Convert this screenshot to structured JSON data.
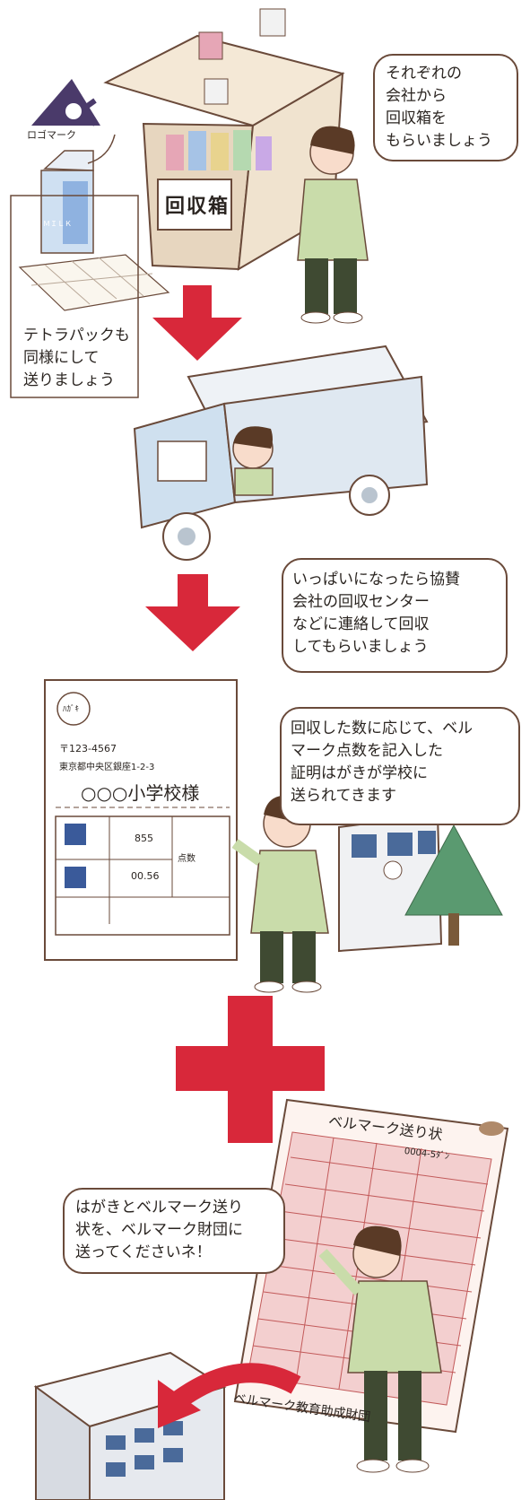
{
  "logo": {
    "caption": "ロゴマーク"
  },
  "carton": {
    "label": "ＭＩＬＫ"
  },
  "step1": {
    "box_label": "回収箱",
    "bubble": "それぞれの\n会社から\n回収箱を\nもらいましょう"
  },
  "tetra_note": {
    "text": "テトラパックも\n同様にして\n送りましょう"
  },
  "step2": {
    "bubble": "いっぱいになったら協賛\n会社の回収センター\nなどに連絡して回収\nしてもらいましょう"
  },
  "step3": {
    "bubble": "回収した数に応じて、ベル\nマーク点数を記入した\n証明はがきが学校に\n送られてきます",
    "postcard": {
      "stamp": "ﾊｶﾞｷ",
      "zip": "〒123-4567",
      "address": "東京都中央区銀座1-2-3",
      "addressee": "○○○小学校様",
      "value1": "855",
      "value2": "00.56",
      "side_label": "点数"
    }
  },
  "step4": {
    "bubble": "はがきとベルマーク送り\n状を、ベルマーク財団に\n送ってくださいネ！",
    "form_title": "ベルマーク送り状",
    "form_footer": "ベルマーク教育助成財団",
    "form_code": "0004-5ﾀﾞﾝ"
  },
  "colors": {
    "arrow": "#d8283a",
    "outline": "#6a4a3a",
    "jacket": "#c9dcaa",
    "pants": "#3f4a32",
    "form": "#e7a2a2",
    "truck": "#cfe0ef"
  }
}
